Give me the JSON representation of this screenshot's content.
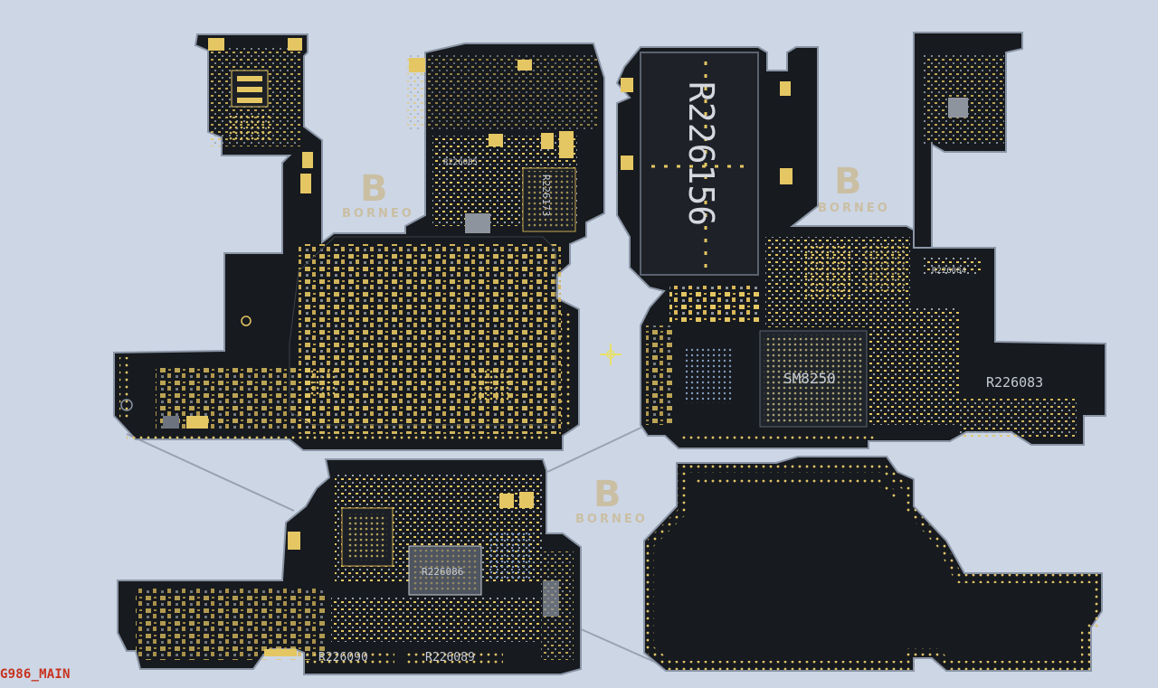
{
  "board_name": "G986_MAIN",
  "watermark": "BORNEO",
  "components": {
    "shield_large": "R226156",
    "cpu": "SM8250",
    "r226173": "R226173",
    "r226085": "R226085",
    "r226083": "R226083",
    "r226084": "R226084",
    "r226090": "R226090",
    "r226089": "R226089",
    "r226086": "R226086"
  },
  "colors": {
    "background": "#cdd6e5",
    "board": "#171a1e",
    "pad": "#e4c663",
    "label": "#c8321e"
  },
  "crosshair_icon": "crosshair-icon"
}
